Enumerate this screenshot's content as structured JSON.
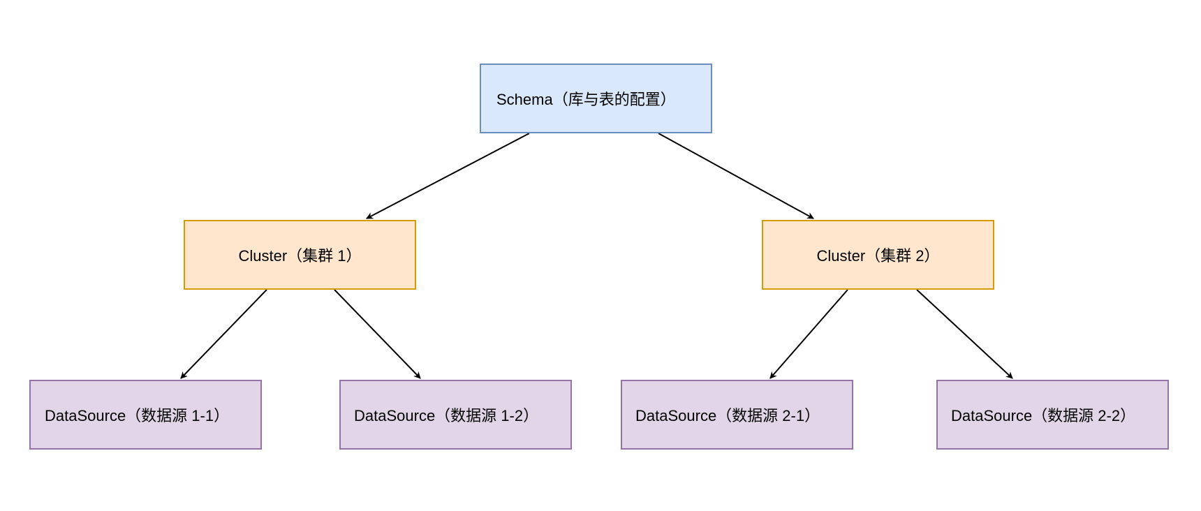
{
  "diagram": {
    "nodes": {
      "schema": {
        "label": "Schema（库与表的配置）",
        "fill": "#dae8fc",
        "stroke": "#6c8ebf"
      },
      "cluster_1": {
        "label": "Cluster（集群 1）",
        "fill": "#ffe6cc",
        "stroke": "#d79b00"
      },
      "cluster_2": {
        "label": "Cluster（集群 2）",
        "fill": "#ffe6cc",
        "stroke": "#d79b00"
      },
      "ds_1_1": {
        "label": "DataSource（数据源 1-1）",
        "fill": "#e1d5e7",
        "stroke": "#9673a6"
      },
      "ds_1_2": {
        "label": "DataSource（数据源 1-2）",
        "fill": "#e1d5e7",
        "stroke": "#9673a6"
      },
      "ds_2_1": {
        "label": "DataSource（数据源 2-1）",
        "fill": "#e1d5e7",
        "stroke": "#9673a6"
      },
      "ds_2_2": {
        "label": "DataSource（数据源 2-2）",
        "fill": "#e1d5e7",
        "stroke": "#9673a6"
      }
    },
    "edges": [
      {
        "from": "schema",
        "to": "cluster_1"
      },
      {
        "from": "schema",
        "to": "cluster_2"
      },
      {
        "from": "cluster_1",
        "to": "ds_1_1"
      },
      {
        "from": "cluster_1",
        "to": "ds_1_2"
      },
      {
        "from": "cluster_2",
        "to": "ds_2_1"
      },
      {
        "from": "cluster_2",
        "to": "ds_2_2"
      }
    ],
    "edge_color": "#000000"
  }
}
